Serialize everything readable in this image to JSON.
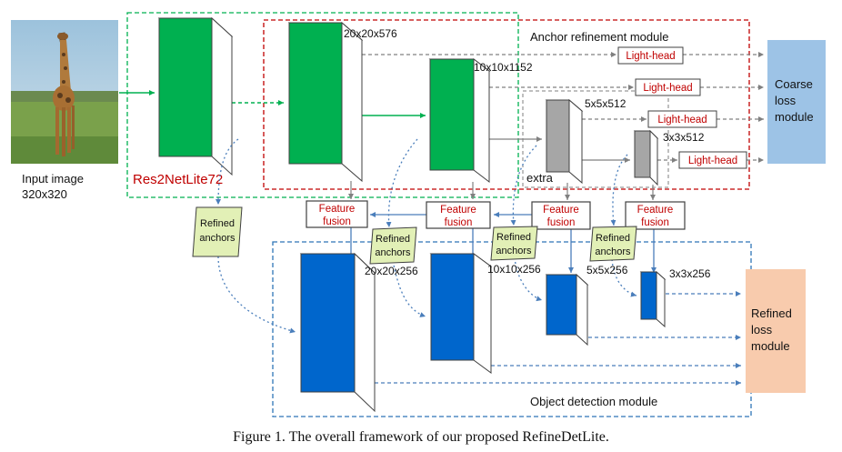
{
  "input": {
    "title": "Input image",
    "size": "320x320"
  },
  "backbone": {
    "name": "Res2NetLite72"
  },
  "dims": {
    "d1": "20x20x576",
    "d2": "10x10x1152",
    "d3": "5x5x512",
    "d4": "3x3x512",
    "o1": "20x20x256",
    "o2": "10x10x256",
    "o3": "5x5x256",
    "o4": "3x3x256"
  },
  "extra_label": "extra",
  "light_head": "Light-head",
  "feature_fusion": [
    "Feature",
    "fusion"
  ],
  "refined_anchors": [
    "Refined",
    "anchors"
  ],
  "modules": {
    "anchor_refinement": "Anchor  refinement module",
    "object_detection": "Object detection module",
    "coarse_loss": [
      "Coarse",
      "loss",
      "module"
    ],
    "refined_loss": [
      "Refined",
      "loss",
      "module"
    ]
  },
  "caption": "Figure 1. The overall framework of our proposed RefineDetLite.",
  "colors": {
    "green": "#00b050",
    "blue": "#0066cc",
    "gray": "#a6a6a6",
    "red": "#c00000",
    "coarse_box": "#9dc3e6",
    "refined_box": "#f8cbad",
    "anchor_fill": "#e2f0b6"
  }
}
